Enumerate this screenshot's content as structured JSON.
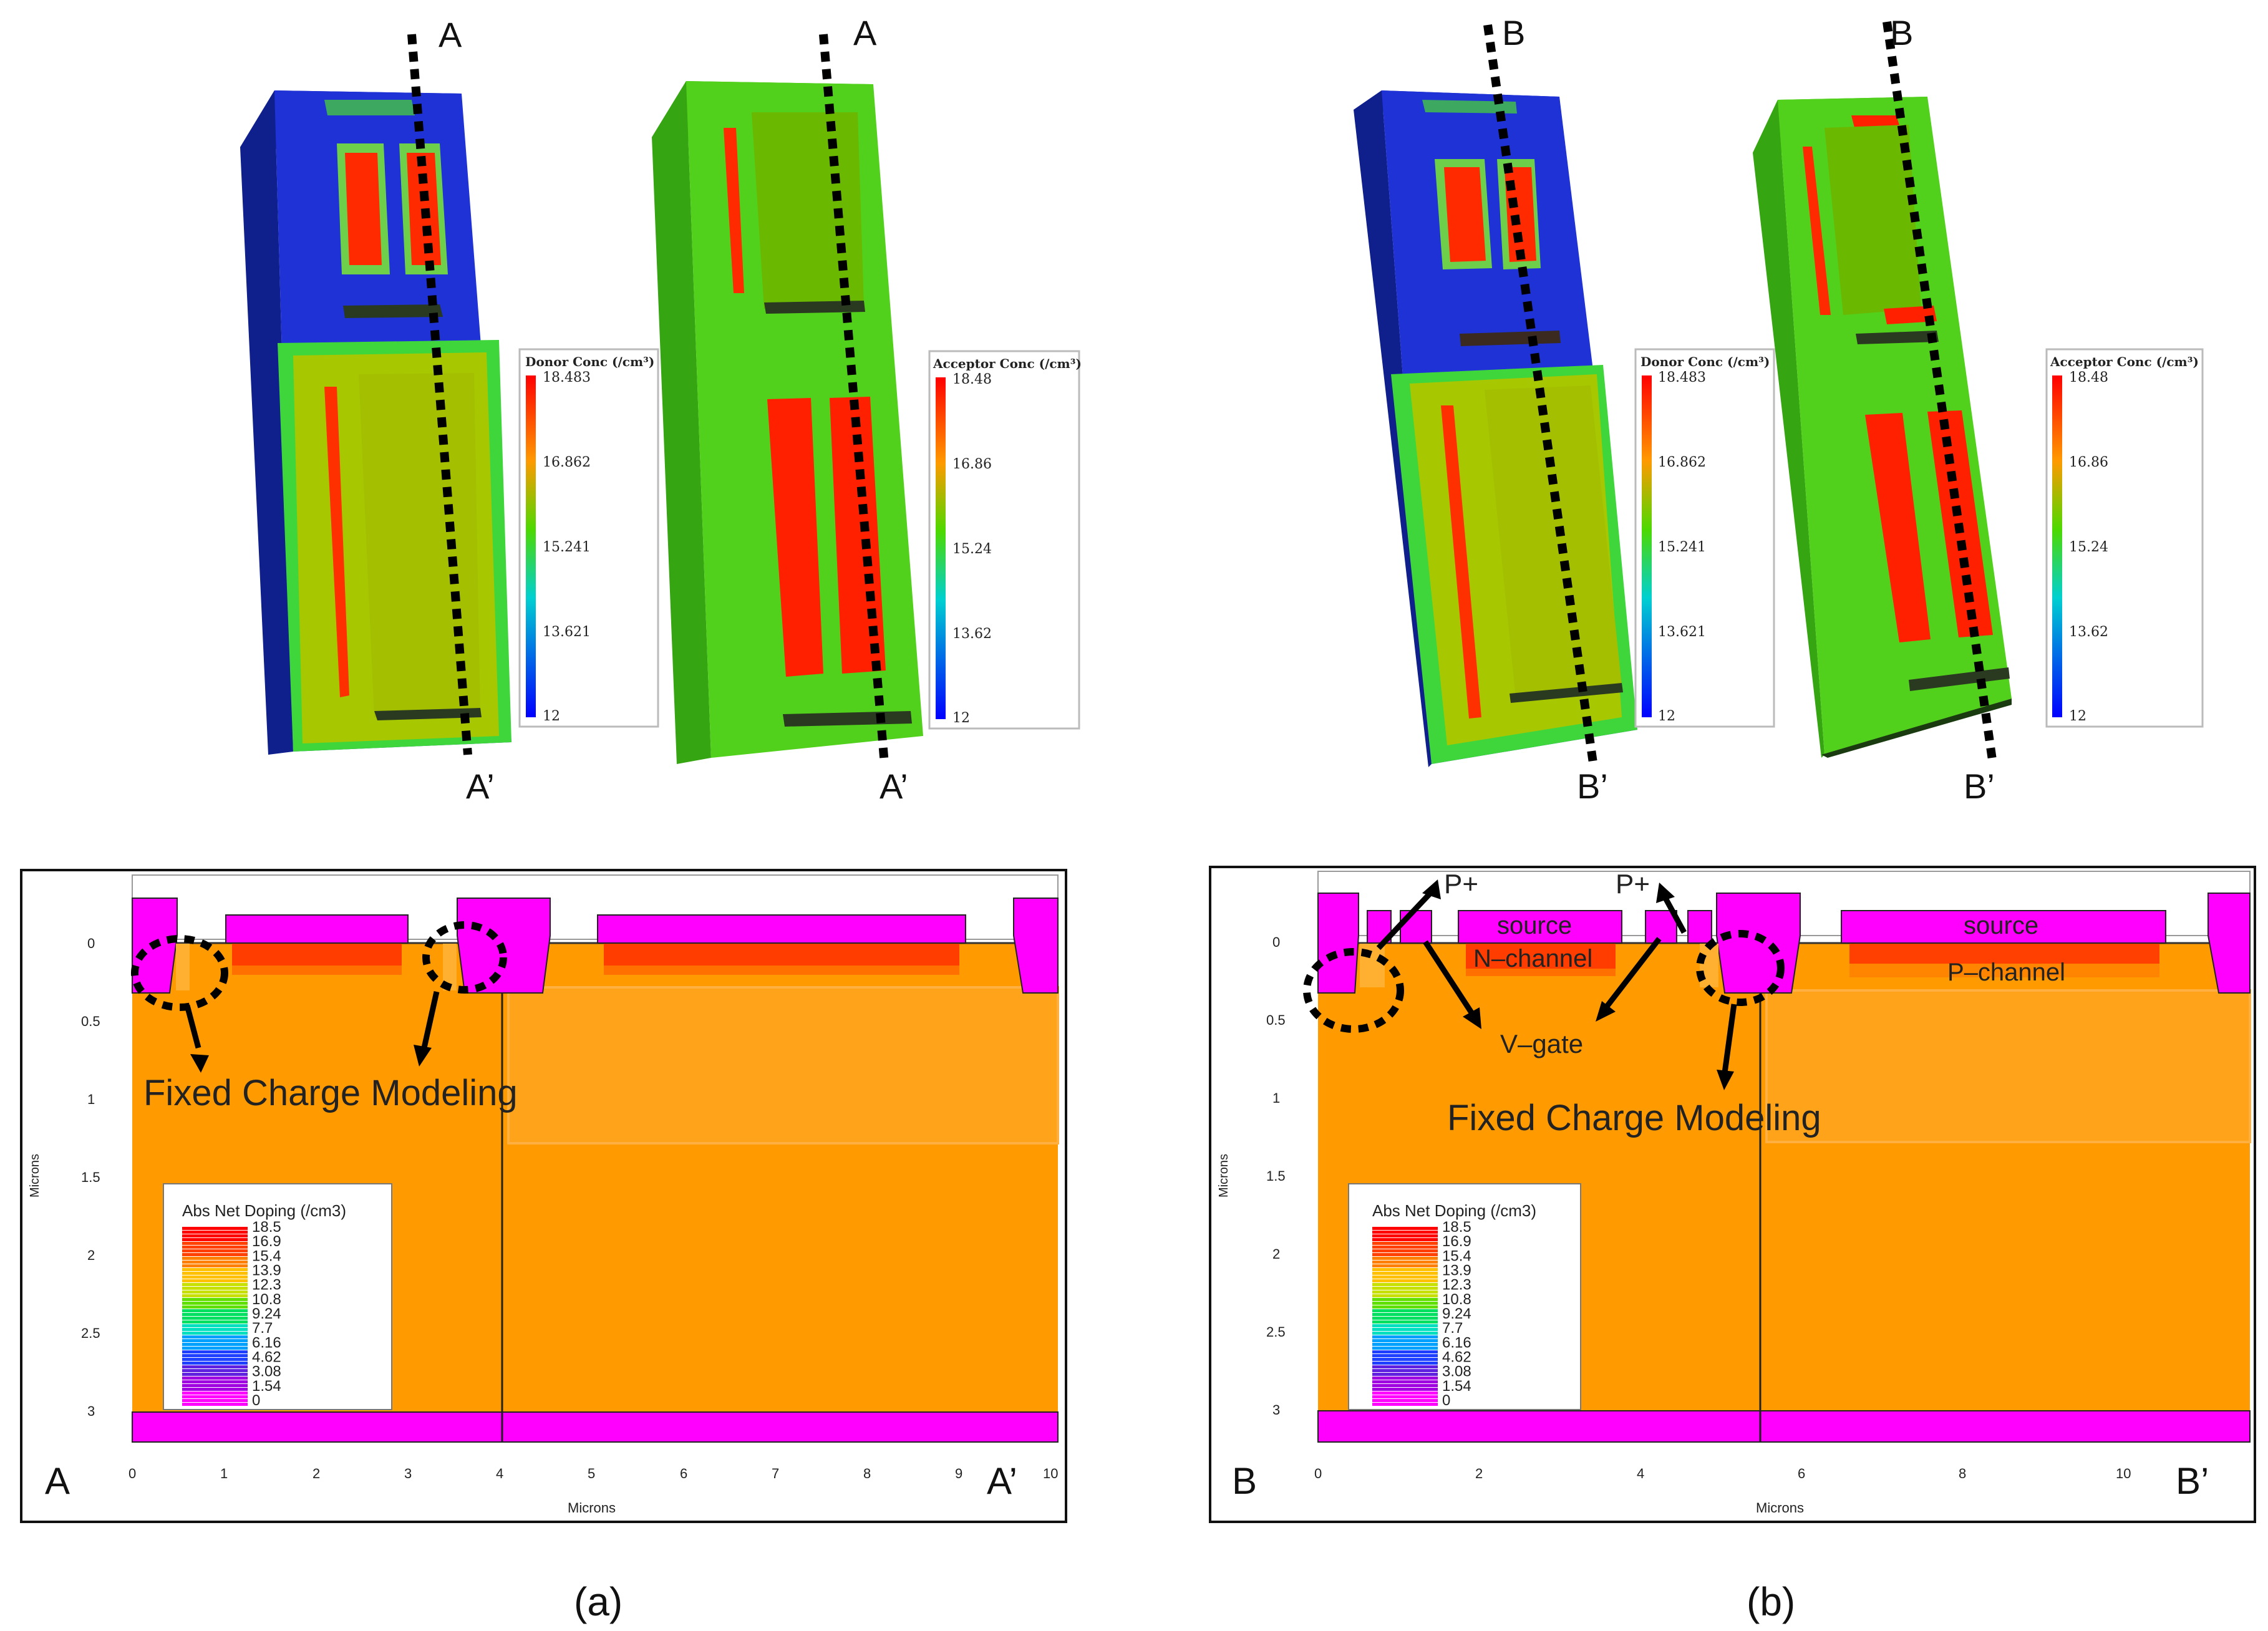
{
  "top": {
    "cut_labels": {
      "a_start": "A",
      "a_end": "A’",
      "b_start": "B",
      "b_end": "B’"
    },
    "legends": {
      "donor": {
        "title": "Donor Conc (/cm³)",
        "ticks": [
          "18.483",
          "16.862",
          "15.241",
          "13.621",
          "12"
        ]
      },
      "acceptor": {
        "title": "Acceptor Conc (/cm³)",
        "ticks": [
          "18.48",
          "16.86",
          "15.24",
          "13.62",
          "12"
        ]
      }
    }
  },
  "bottom": {
    "a": {
      "corner_left": "A",
      "corner_right": "A’",
      "xlabel": "Microns",
      "ylabel": "Microns",
      "xticks": [
        "0",
        "1",
        "2",
        "3",
        "4",
        "5",
        "6",
        "7",
        "8",
        "9",
        "10"
      ],
      "yticks": [
        "0",
        "0.5",
        "1",
        "1.5",
        "2",
        "2.5",
        "3"
      ],
      "annotation": "Fixed Charge Modeling",
      "sublabel": "(a)"
    },
    "b": {
      "corner_left": "B",
      "corner_right": "B’",
      "xlabel": "Microns",
      "ylabel": "Microns",
      "xticks": [
        "0",
        "2",
        "4",
        "6",
        "8",
        "10"
      ],
      "yticks": [
        "0",
        "0.5",
        "1",
        "1.5",
        "2",
        "2.5",
        "3"
      ],
      "annotation": "Fixed Charge Modeling",
      "labels": {
        "p1": "P+",
        "p2": "P+",
        "source1": "source",
        "source2": "source",
        "nch": "N–channel",
        "pch": "P–channel",
        "vgate": "V–gate"
      },
      "sublabel": "(b)"
    },
    "doping_legend": {
      "title": "Abs Net Doping (/cm3)",
      "values": [
        "18.5",
        "16.9",
        "15.4",
        "13.9",
        "12.3",
        "10.8",
        "9.24",
        "7.7",
        "6.16",
        "4.62",
        "3.08",
        "1.54",
        "0"
      ]
    }
  },
  "colors": {
    "substrate": "#ff9a00",
    "oxide": "#ff00ff",
    "donor_bg": "#1e2fd4",
    "acceptor_bg": "#4fd11c",
    "hot": "#ff1a00",
    "mid": "#9cc200"
  }
}
